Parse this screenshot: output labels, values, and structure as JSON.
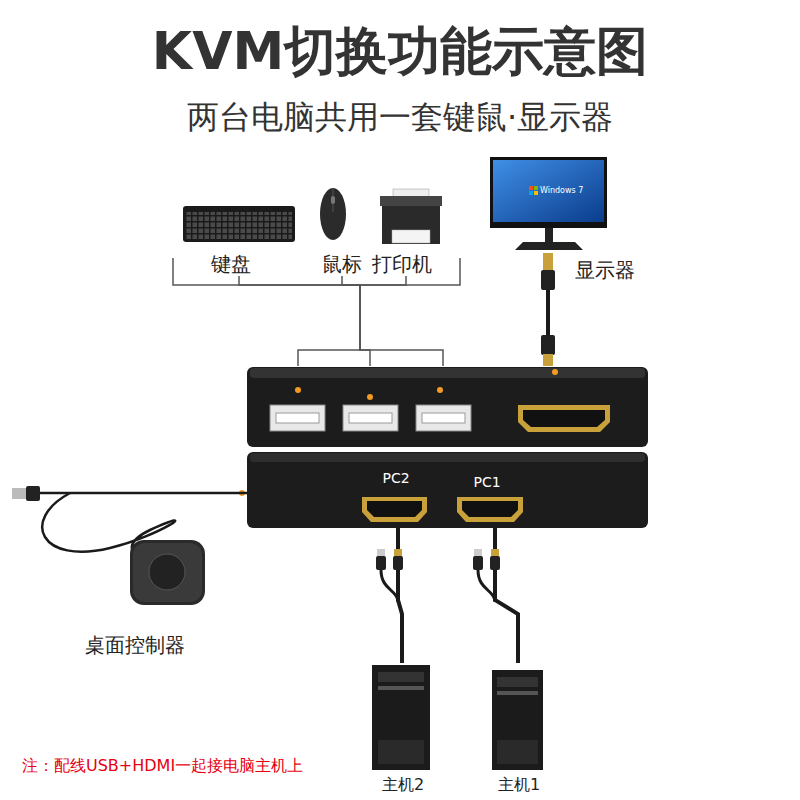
{
  "diagram": {
    "title": "KVM切换功能示意图",
    "nodes": [
      {
        "text": [
          "键盘"
        ]
      },
      {
        "text": [
          "鼠标"
        ]
      },
      {
        "text": [
          "打印机"
        ]
      },
      {
        "text": [
          "显示器"
        ]
      },
      {
        "text": [
          "PC2",
          "PC1"
        ]
      },
      {
        "text": [
          "桌面控制器"
        ]
      },
      {
        "text": [
          "主机2"
        ]
      },
      {
        "text": [
          "主机1"
        ]
      }
    ],
    "edges": [
      {
        "from": 0,
        "to": 4,
        "arrow": "none"
      },
      {
        "from": 1,
        "to": 4,
        "arrow": "none"
      },
      {
        "from": 2,
        "to": 4,
        "arrow": "none"
      },
      {
        "from": 3,
        "to": 4,
        "arrow": "none"
      },
      {
        "from": 5,
        "to": 4,
        "arrow": "none"
      },
      {
        "from": 4,
        "to": 6,
        "arrow": "none"
      },
      {
        "from": 4,
        "to": 7,
        "arrow": "none"
      }
    ],
    "labels": [
      "两台电脑共用一套键鼠·显示器",
      "Windows 7",
      "注：配线USB+HDMI一起接电脑主机上"
    ]
  }
}
